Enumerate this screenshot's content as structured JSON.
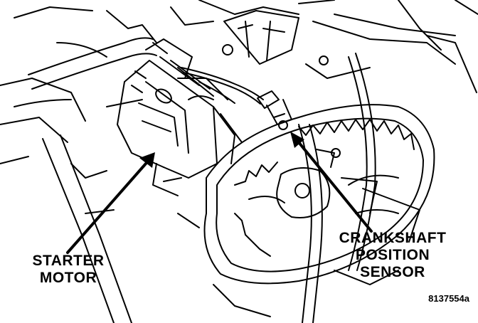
{
  "callouts": {
    "starter_motor": [
      "STARTER",
      "MOTOR"
    ],
    "crankshaft_sensor": [
      "CRANKSHAFT",
      "POSITION",
      "SENSOR"
    ]
  },
  "figure_id": "8137554a"
}
